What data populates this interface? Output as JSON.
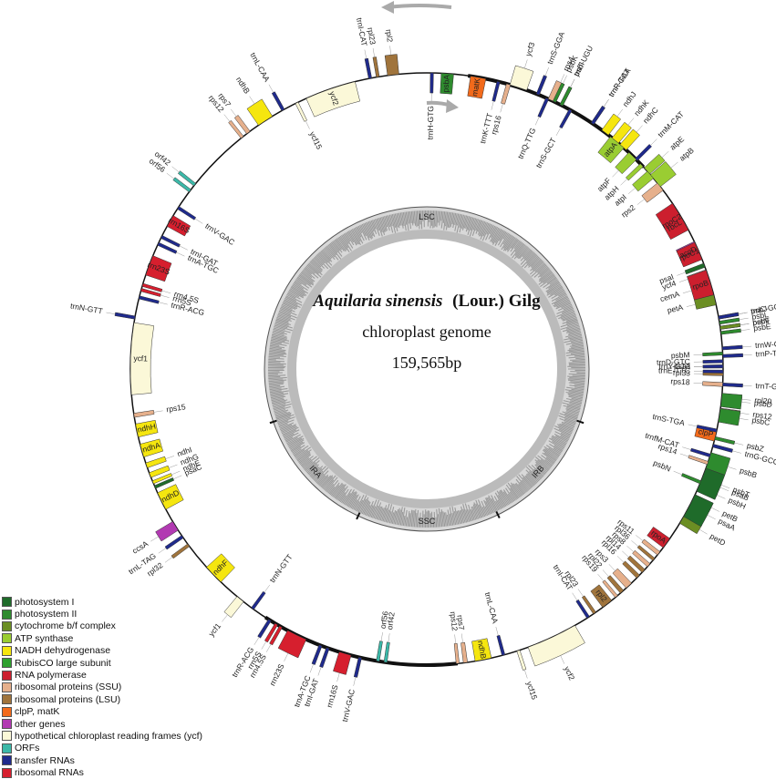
{
  "title_species": "Aquilaria sinensis",
  "title_author": "(Lour.) Gilg",
  "subtitle": "chloroplast  genome",
  "genome_size": "159,565bp",
  "region_labels": {
    "lsc": "LSC",
    "ira": "IRA",
    "irb": "IRB",
    "ssc": "SSC"
  },
  "legend": [
    {
      "label": "photosystem I",
      "color": "#1f6b2a"
    },
    {
      "label": "photosystem II",
      "color": "#2e8b2e"
    },
    {
      "label": "cytochrome b/f complex",
      "color": "#6b8e23"
    },
    {
      "label": "ATP synthase",
      "color": "#9acd32"
    },
    {
      "label": "NADH dehydrogenase",
      "color": "#f5e60f"
    },
    {
      "label": "RubisCO large subunit",
      "color": "#2ea02e"
    },
    {
      "label": "RNA polymerase",
      "color": "#cc1f2e"
    },
    {
      "label": "ribosomal proteins (SSU)",
      "color": "#e6b08c"
    },
    {
      "label": "ribosomal proteins (LSU)",
      "color": "#a0743c"
    },
    {
      "label": "clpP, matK",
      "color": "#f26a1b"
    },
    {
      "label": "other genes",
      "color": "#b23ab2"
    },
    {
      "label": "hypothetical chloroplast reading frames (ycf)",
      "color": "#fbf8d8"
    },
    {
      "label": "ORFs",
      "color": "#3cb8a8"
    },
    {
      "label": "transfer RNAs",
      "color": "#1f2a8c"
    },
    {
      "label": "ribosomal RNAs",
      "color": "#d61f2e"
    }
  ],
  "genes": [
    {
      "name": "ycf3",
      "a": -18,
      "w": 3.4,
      "out": true,
      "color": "#fbf8d8"
    },
    {
      "name": "trnS-GGA",
      "a": -22,
      "w": 0.6,
      "out": true,
      "color": "#1f2a8c"
    },
    {
      "name": "rps4",
      "a": -25,
      "w": 1.6,
      "out": true,
      "color": "#e6b08c"
    },
    {
      "name": "trnT-UGU",
      "a": -27,
      "w": 0.6,
      "out": true,
      "color": "#1f2a8c"
    },
    {
      "name": "trnF-GAA",
      "a": -34,
      "w": 0.6,
      "out": true,
      "color": "#1f2a8c"
    },
    {
      "name": "ndhJ",
      "a": -37,
      "w": 1.6,
      "out": true,
      "color": "#f5e60f"
    },
    {
      "name": "ndhK",
      "a": -39.5,
      "w": 1.6,
      "out": true,
      "color": "#f5e60f"
    },
    {
      "name": "ndhC",
      "a": -41.5,
      "w": 1.6,
      "out": true,
      "color": "#f5e60f"
    },
    {
      "name": "trnM-CAT",
      "a": -45,
      "w": 0.6,
      "out": true,
      "color": "#1f2a8c"
    },
    {
      "name": "atpE",
      "a": -48,
      "w": 1.6,
      "out": true,
      "color": "#9acd32"
    },
    {
      "name": "atpB",
      "a": -50.5,
      "w": 3.0,
      "out": true,
      "color": "#9acd32"
    },
    {
      "name": "rbcL",
      "a": -60,
      "w": 3.2,
      "out": false,
      "color": "#2ea02e"
    },
    {
      "name": "accD",
      "a": -66,
      "w": 3.0,
      "out": false,
      "color": "#b23ab2"
    },
    {
      "name": "psaI",
      "a": -69.5,
      "w": 0.8,
      "out": false,
      "color": "#1f6b2a"
    },
    {
      "name": "ycf4",
      "a": -71,
      "w": 1.2,
      "out": false,
      "color": "#fbf8d8"
    },
    {
      "name": "cemA",
      "a": -73.5,
      "w": 1.6,
      "out": false,
      "color": "#b23ab2"
    },
    {
      "name": "petA",
      "a": -76.5,
      "w": 2.0,
      "out": false,
      "color": "#6b8e23"
    },
    {
      "name": "psbJ",
      "a": -80,
      "w": 0.6,
      "out": true,
      "color": "#2e8b2e"
    },
    {
      "name": "psbL",
      "a": -81,
      "w": 0.6,
      "out": true,
      "color": "#2e8b2e"
    },
    {
      "name": "psbF",
      "a": -82,
      "w": 0.6,
      "out": true,
      "color": "#2e8b2e"
    },
    {
      "name": "psbE",
      "a": -83,
      "w": 0.6,
      "out": true,
      "color": "#2e8b2e"
    },
    {
      "name": "trnW-CCA",
      "a": -86,
      "w": 0.6,
      "out": true,
      "color": "#1f2a8c"
    },
    {
      "name": "trnP-TGG",
      "a": -87.5,
      "w": 0.6,
      "out": true,
      "color": "#1f2a8c"
    },
    {
      "name": "psaJ",
      "a": -89.5,
      "w": 0.6,
      "out": false,
      "color": "#1f6b2a"
    },
    {
      "name": "rpl33",
      "a": -91,
      "w": 0.6,
      "out": false,
      "color": "#a0743c"
    },
    {
      "name": "rps18",
      "a": -93,
      "w": 0.8,
      "out": false,
      "color": "#e6b08c"
    },
    {
      "name": "rpl20",
      "a": -95.5,
      "w": 0.8,
      "out": true,
      "color": "#a0743c"
    },
    {
      "name": "rps12",
      "a": -98,
      "w": 0.8,
      "out": true,
      "color": "#e6b08c"
    },
    {
      "name": "clpP",
      "a": -103,
      "w": 2.2,
      "out": false,
      "color": "#f26a1b"
    },
    {
      "name": "psbB",
      "a": -108,
      "w": 3.2,
      "out": true,
      "color": "#2e8b2e"
    },
    {
      "name": "psbT",
      "a": -111.5,
      "w": 0.6,
      "out": true,
      "color": "#2e8b2e"
    },
    {
      "name": "psbN",
      "a": -112.5,
      "w": 0.6,
      "out": false,
      "color": "#2e8b2e"
    },
    {
      "name": "psbH",
      "a": -113.5,
      "w": 0.6,
      "out": true,
      "color": "#2e8b2e"
    },
    {
      "name": "petB",
      "a": -116,
      "w": 1.8,
      "out": true,
      "color": "#6b8e23"
    },
    {
      "name": "petD",
      "a": -120.5,
      "w": 1.8,
      "out": true,
      "color": "#6b8e23"
    },
    {
      "name": "rpoA",
      "a": -126,
      "w": 2.2,
      "out": false,
      "color": "#cc1f2e"
    },
    {
      "name": "rps11",
      "a": -128.5,
      "w": 0.8,
      "out": false,
      "color": "#e6b08c"
    },
    {
      "name": "rpl36",
      "a": -130,
      "w": 0.6,
      "out": false,
      "color": "#a0743c"
    },
    {
      "name": "rps8",
      "a": -131.5,
      "w": 0.8,
      "out": false,
      "color": "#e6b08c"
    },
    {
      "name": "rpl14",
      "a": -133,
      "w": 0.8,
      "out": false,
      "color": "#a0743c"
    },
    {
      "name": "rpl16",
      "a": -134.5,
      "w": 0.8,
      "out": false,
      "color": "#a0743c"
    },
    {
      "name": "rps3",
      "a": -137,
      "w": 1.4,
      "out": false,
      "color": "#e6b08c"
    },
    {
      "name": "rpl22",
      "a": -138.8,
      "w": 0.8,
      "out": false,
      "color": "#a0743c"
    },
    {
      "name": "rps19",
      "a": -140.2,
      "w": 0.6,
      "out": false,
      "color": "#e6b08c"
    },
    {
      "name": "rpl2",
      "a": -142.5,
      "w": 2.2,
      "out": false,
      "color": "#a0743c"
    },
    {
      "name": "rpl23",
      "a": -145.5,
      "w": 0.6,
      "out": false,
      "color": "#a0743c"
    },
    {
      "name": "trnI-CAT",
      "a": -147,
      "w": 0.6,
      "out": false,
      "color": "#1f2a8c"
    },
    {
      "name": "ycf2",
      "a": -155,
      "w": 10,
      "out": true,
      "color": "#fbf8d8"
    },
    {
      "name": "ycf15",
      "a": -162,
      "w": 0.6,
      "out": true,
      "color": "#fbf8d8"
    },
    {
      "name": "trnL-CAA",
      "a": -165,
      "w": 0.6,
      "out": false,
      "color": "#1f2a8c"
    },
    {
      "name": "ndhB",
      "a": -169,
      "w": 3.2,
      "out": false,
      "color": "#f5e60f"
    },
    {
      "name": "rps7",
      "a": -172.5,
      "w": 0.8,
      "out": false,
      "color": "#e6b08c"
    },
    {
      "name": "rps12",
      "a": -174,
      "w": 0.6,
      "out": false,
      "color": "#e6b08c"
    },
    {
      "name": "orf42",
      "a": -188,
      "w": 0.6,
      "out": false,
      "color": "#3cb8a8"
    },
    {
      "name": "orf56",
      "a": -189.5,
      "w": 0.6,
      "out": false,
      "color": "#3cb8a8"
    },
    {
      "name": "trnV-GAC",
      "a": -193,
      "w": 0.6,
      "out": true,
      "color": "#1f2a8c"
    },
    {
      "name": "rrn16S",
      "a": -196,
      "w": 2.4,
      "out": true,
      "color": "#d61f2e"
    },
    {
      "name": "trnI-GAT",
      "a": -199.5,
      "w": 0.6,
      "out": true,
      "color": "#1f2a8c"
    },
    {
      "name": "trnA-TGC",
      "a": -201,
      "w": 0.6,
      "out": true,
      "color": "#1f2a8c"
    },
    {
      "name": "rrn23S",
      "a": -206,
      "w": 4,
      "out": true,
      "color": "#d61f2e"
    },
    {
      "name": "rrn4.5S",
      "a": -209.5,
      "w": 0.6,
      "out": true,
      "color": "#d61f2e"
    },
    {
      "name": "rrn5S",
      "a": -210.5,
      "w": 0.6,
      "out": true,
      "color": "#d61f2e"
    },
    {
      "name": "trnR-ACG",
      "a": -212,
      "w": 0.6,
      "out": true,
      "color": "#1f2a8c"
    },
    {
      "name": "trnN-GTT",
      "a": -216,
      "w": 0.6,
      "out": false,
      "color": "#1f2a8c"
    },
    {
      "name": "ycf1",
      "a": -219,
      "w": 1.6,
      "out": true,
      "color": "#fbf8d8"
    },
    {
      "name": "ndhF",
      "a": -226,
      "w": 4,
      "out": false,
      "color": "#f5e60f"
    },
    {
      "name": "rpl32",
      "a": -233.5,
      "w": 0.6,
      "out": true,
      "color": "#a0743c"
    },
    {
      "name": "trnL-TAG",
      "a": -235.5,
      "w": 0.6,
      "out": true,
      "color": "#1f2a8c"
    },
    {
      "name": "ccsA",
      "a": -238,
      "w": 2.0,
      "out": true,
      "color": "#b23ab2"
    },
    {
      "name": "ndhD",
      "a": -243.5,
      "w": 3.6,
      "out": false,
      "color": "#f5e60f"
    },
    {
      "name": "psaC",
      "a": -246.5,
      "w": 0.6,
      "out": false,
      "color": "#1f6b2a"
    },
    {
      "name": "ndhE",
      "a": -247.5,
      "w": 0.6,
      "out": false,
      "color": "#f5e60f"
    },
    {
      "name": "ndhG",
      "a": -249,
      "w": 1.0,
      "out": false,
      "color": "#f5e60f"
    },
    {
      "name": "ndhI",
      "a": -251,
      "w": 1.0,
      "out": false,
      "color": "#f5e60f"
    },
    {
      "name": "ndhA",
      "a": -254,
      "w": 2.6,
      "out": false,
      "color": "#f5e60f"
    },
    {
      "name": "ndhH",
      "a": -258,
      "w": 2.6,
      "out": false,
      "color": "#f5e60f"
    },
    {
      "name": "rps15",
      "a": -261,
      "w": 0.8,
      "out": false,
      "color": "#e6b08c"
    },
    {
      "name": "ycf1",
      "a": -272,
      "w": 14,
      "out": false,
      "color": "#fbf8d8"
    },
    {
      "name": "trnN-GTT",
      "a": -280,
      "w": 0.6,
      "out": true,
      "color": "#1f2a8c"
    },
    {
      "name": "trnR-ACG",
      "a": -284,
      "w": 0.6,
      "out": false,
      "color": "#1f2a8c"
    },
    {
      "name": "rrn5S",
      "a": -285.5,
      "w": 0.6,
      "out": false,
      "color": "#d61f2e"
    },
    {
      "name": "rrn4.5S",
      "a": -286.5,
      "w": 0.6,
      "out": false,
      "color": "#d61f2e"
    },
    {
      "name": "rrn23S",
      "a": -290.5,
      "w": 4,
      "out": false,
      "color": "#d61f2e"
    },
    {
      "name": "trnA-TGC",
      "a": -295,
      "w": 0.6,
      "out": false,
      "color": "#1f2a8c"
    },
    {
      "name": "trnI-GAT",
      "a": -296.5,
      "w": 0.6,
      "out": false,
      "color": "#1f2a8c"
    },
    {
      "name": "rrn16S",
      "a": -300,
      "w": 2.4,
      "out": false,
      "color": "#d61f2e"
    },
    {
      "name": "trnV-GAC",
      "a": -303,
      "w": 0.6,
      "out": false,
      "color": "#1f2a8c"
    },
    {
      "name": "orf56",
      "a": -307,
      "w": 0.6,
      "out": true,
      "color": "#3cb8a8"
    },
    {
      "name": "orf42",
      "a": -308.5,
      "w": 0.6,
      "out": true,
      "color": "#3cb8a8"
    },
    {
      "name": "rps12",
      "a": -321.5,
      "w": 0.6,
      "out": true,
      "color": "#e6b08c"
    },
    {
      "name": "rps7",
      "a": -323,
      "w": 0.8,
      "out": true,
      "color": "#e6b08c"
    },
    {
      "name": "ndhB",
      "a": -327,
      "w": 3.2,
      "out": true,
      "color": "#f5e60f"
    },
    {
      "name": "trnL-CAA",
      "a": -331,
      "w": 0.6,
      "out": true,
      "color": "#1f2a8c"
    },
    {
      "name": "ycf15",
      "a": -334,
      "w": 0.6,
      "out": false,
      "color": "#fbf8d8"
    },
    {
      "name": "ycf2",
      "a": -341,
      "w": 10,
      "out": false,
      "color": "#fbf8d8"
    },
    {
      "name": "trnI-CAT",
      "a": -349,
      "w": 0.6,
      "out": true,
      "color": "#1f2a8c"
    },
    {
      "name": "rpl23",
      "a": -350.5,
      "w": 0.6,
      "out": true,
      "color": "#a0743c"
    },
    {
      "name": "rpl2",
      "a": -353.5,
      "w": 2.2,
      "out": true,
      "color": "#a0743c"
    },
    {
      "name": "trnH-GTG",
      "a": -361,
      "w": 0.6,
      "out": false,
      "color": "#1f2a8c"
    },
    {
      "name": "psbA",
      "a": -364,
      "w": 2.4,
      "out": false,
      "color": "#2e8b2e"
    },
    {
      "name": "matK",
      "a": -370,
      "w": 3.0,
      "out": false,
      "color": "#f26a1b"
    },
    {
      "name": "trnK-TTT",
      "a": -374,
      "w": 0.6,
      "out": false,
      "color": "#1f2a8c"
    },
    {
      "name": "rps16",
      "a": -376,
      "w": 0.8,
      "out": false,
      "color": "#e6b08c"
    },
    {
      "name": "trnQ-TTG",
      "a": -384,
      "w": 0.6,
      "out": false,
      "color": "#1f2a8c"
    },
    {
      "name": "psbK",
      "a": -385.5,
      "w": 0.6,
      "out": true,
      "color": "#2e8b2e"
    },
    {
      "name": "psbI",
      "a": -387,
      "w": 0.6,
      "out": true,
      "color": "#2e8b2e"
    },
    {
      "name": "trnS-GCT",
      "a": -389,
      "w": 0.6,
      "out": false,
      "color": "#1f2a8c"
    },
    {
      "name": "trnR-TCT",
      "a": -394,
      "w": 0.6,
      "out": true,
      "color": "#1f2a8c"
    },
    {
      "name": "atpA",
      "a": -400,
      "w": 3.4,
      "out": false,
      "color": "#9acd32"
    },
    {
      "name": "atpF",
      "a": -404,
      "w": 2.0,
      "out": false,
      "color": "#9acd32"
    },
    {
      "name": "atpH",
      "a": -406.5,
      "w": 0.8,
      "out": false,
      "color": "#9acd32"
    },
    {
      "name": "atpI",
      "a": -409,
      "w": 1.8,
      "out": false,
      "color": "#9acd32"
    },
    {
      "name": "rps2",
      "a": -412,
      "w": 1.8,
      "out": false,
      "color": "#e6b08c"
    },
    {
      "name": "rpoC2",
      "a": -419,
      "w": 6,
      "out": false,
      "color": "#cc1f2e"
    },
    {
      "name": "rpoC1",
      "a": -426.5,
      "w": 3.6,
      "out": false,
      "color": "#cc1f2e"
    },
    {
      "name": "rpoB",
      "a": -433,
      "w": 5,
      "out": false,
      "color": "#cc1f2e"
    },
    {
      "name": "trnC-GCA",
      "a": -440,
      "w": 0.6,
      "out": true,
      "color": "#1f2a8c"
    },
    {
      "name": "petN",
      "a": -442,
      "w": 0.6,
      "out": true,
      "color": "#6b8e23"
    },
    {
      "name": "psbM",
      "a": -447,
      "w": 0.6,
      "out": false,
      "color": "#2e8b2e"
    },
    {
      "name": "trnD-GTC",
      "a": -448.5,
      "w": 0.6,
      "out": false,
      "color": "#1f2a8c"
    },
    {
      "name": "trnY-GTA",
      "a": -449.5,
      "w": 0.6,
      "out": false,
      "color": "#1f2a8c"
    },
    {
      "name": "trnE-TTC",
      "a": -450.5,
      "w": 0.6,
      "out": false,
      "color": "#1f2a8c"
    },
    {
      "name": "trnT-GGT",
      "a": -453,
      "w": 0.6,
      "out": true,
      "color": "#1f2a8c"
    },
    {
      "name": "psbD",
      "a": -456,
      "w": 2.6,
      "out": true,
      "color": "#2e8b2e"
    },
    {
      "name": "psbC",
      "a": -459,
      "w": 2.6,
      "out": true,
      "color": "#2e8b2e"
    },
    {
      "name": "trnS-TGA",
      "a": -462,
      "w": 0.6,
      "out": false,
      "color": "#1f2a8c"
    },
    {
      "name": "psbZ",
      "a": -463.5,
      "w": 0.6,
      "out": true,
      "color": "#2e8b2e"
    },
    {
      "name": "trnG-GCC",
      "a": -465,
      "w": 0.6,
      "out": true,
      "color": "#1f2a8c"
    },
    {
      "name": "trnfM-CAT",
      "a": -467,
      "w": 0.6,
      "out": false,
      "color": "#1f2a8c"
    },
    {
      "name": "rps14",
      "a": -468.5,
      "w": 0.6,
      "out": false,
      "color": "#e6b08c"
    },
    {
      "name": "psaB",
      "a": -472,
      "w": 4.8,
      "out": true,
      "color": "#1f6b2a"
    },
    {
      "name": "psaA",
      "a": -477.5,
      "w": 4.8,
      "out": true,
      "color": "#1f6b2a"
    }
  ]
}
